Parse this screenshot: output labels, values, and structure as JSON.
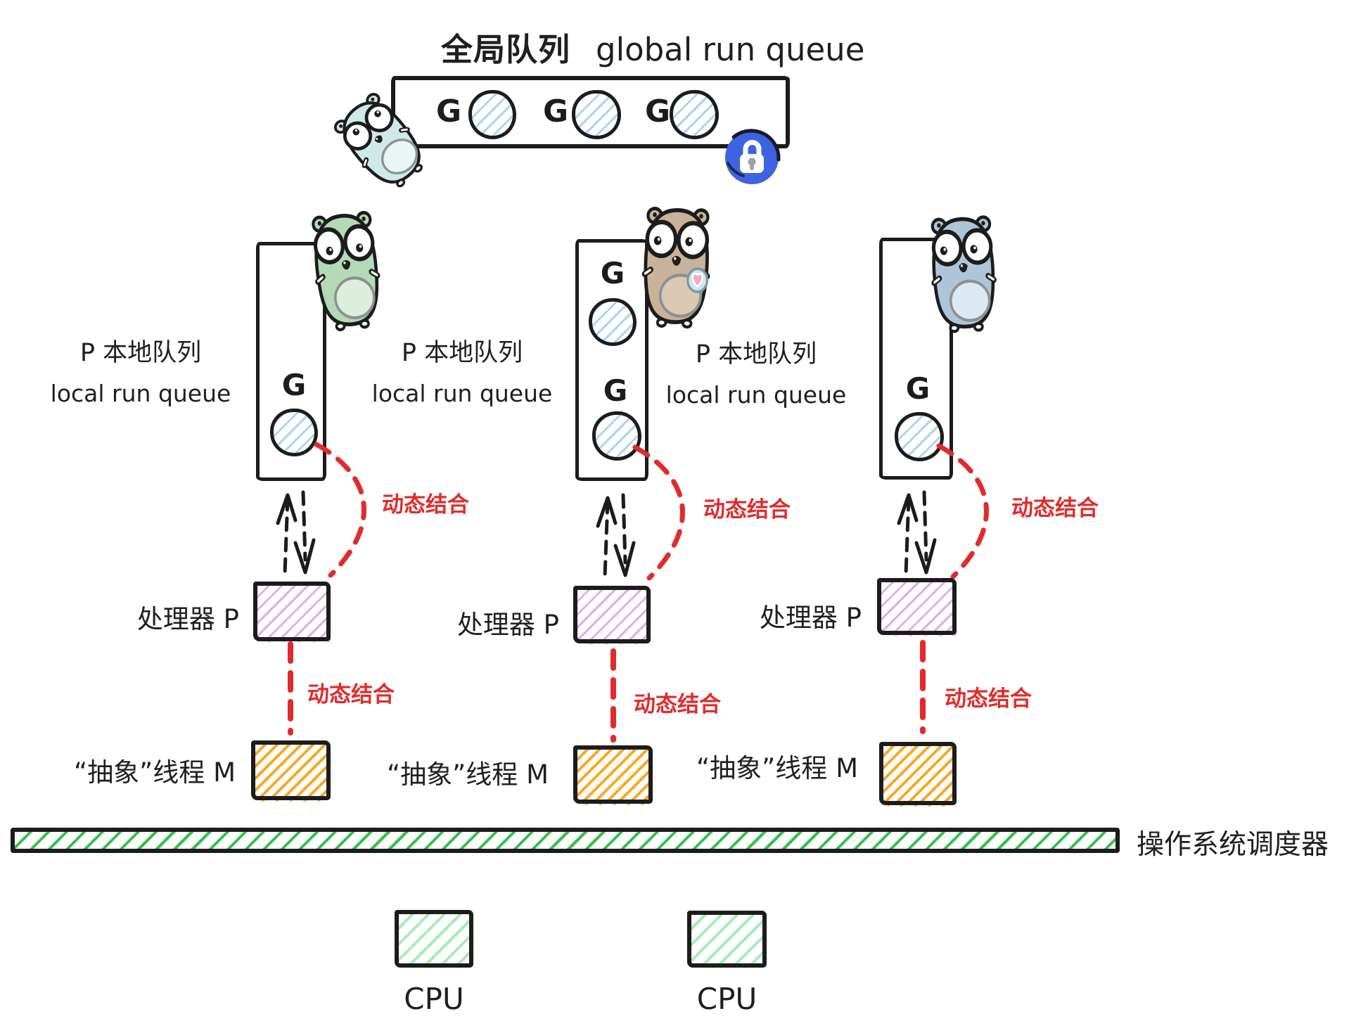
{
  "title": {
    "zh": "全局队列",
    "en": "global run queue"
  },
  "global_queue": {
    "g_labels": [
      "G",
      "G",
      "G"
    ],
    "lock_icon": "lock-icon"
  },
  "columns": [
    {
      "queue_label_zh": "P 本地队列",
      "queue_label_en": "local run queue",
      "g_labels": [
        "G"
      ],
      "bind_upper": "动态结合",
      "processor_label": "处理器 P",
      "bind_lower": "动态结合",
      "thread_label": "“抽象”线程 M"
    },
    {
      "queue_label_zh": "P 本地队列",
      "queue_label_en": "local run queue",
      "g_labels": [
        "G",
        "G"
      ],
      "bind_upper": "动态结合",
      "processor_label": "处理器 P",
      "bind_lower": "动态结合",
      "thread_label": "“抽象”线程 M"
    },
    {
      "queue_label_zh": "P 本地队列",
      "queue_label_en": "local run queue",
      "g_labels": [
        "G"
      ],
      "bind_upper": "动态结合",
      "processor_label": "处理器 P",
      "bind_lower": "动态结合",
      "thread_label": "“抽象”线程 M"
    }
  ],
  "os_bar": {
    "label": "操作系统调度器"
  },
  "cpus": [
    {
      "label": "CPU"
    },
    {
      "label": "CPU"
    }
  ],
  "colors": {
    "hatch_blue": "#a9d5f0",
    "hatch_purple": "#e2a9f2",
    "hatch_purple_light": "#f0c9f7",
    "hatch_orange": "#ffa51e",
    "hatch_green_bar": "#35c14b",
    "hatch_green_cpu": "#a5edb6",
    "red_accent": "#e12b2b",
    "lock_blue": "#3f63e0",
    "gopher_teal": "#cfe9e9",
    "gopher_teal_belly": "#eaf6f6",
    "gopher_green": "#b5d9b8",
    "gopher_green_belly": "#ddeede",
    "gopher_tan": "#c9b29a",
    "gopher_tan_belly": "#dbc9b4",
    "gopher_bluegray": "#b0c4d8",
    "gopher_bluegray_belly": "#dde9f2",
    "pacifier_blue": "#cfe7ec",
    "pacifier_pink": "#f4a9bc"
  }
}
